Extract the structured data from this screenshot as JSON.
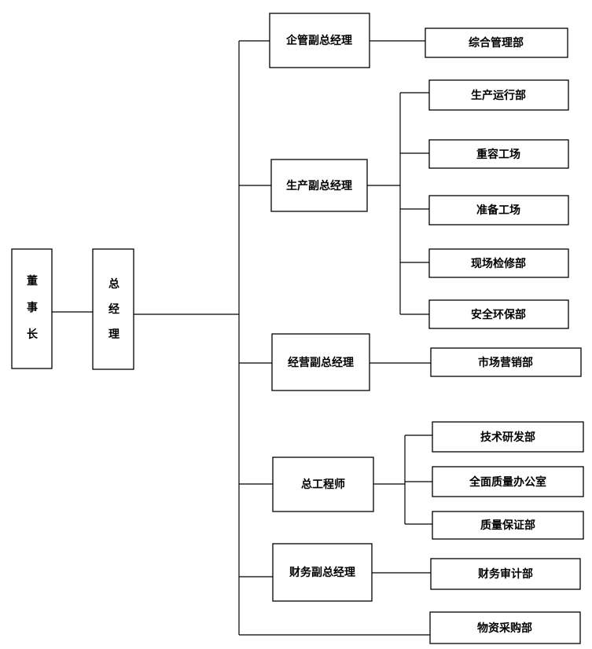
{
  "chairman": "董事长",
  "general_manager": "总经理",
  "managers": [
    {
      "title": "企管副总经理",
      "departments": [
        "综合管理部"
      ]
    },
    {
      "title": "生产副总经理",
      "departments": [
        "生产运行部",
        "重容工场",
        "准备工场",
        "现场检修部",
        "安全环保部"
      ]
    },
    {
      "title": "经营副总经理",
      "departments": [
        "市场营销部"
      ]
    },
    {
      "title": "总工程师",
      "departments": [
        "技术研发部",
        "全面质量办公室",
        "质量保证部"
      ]
    },
    {
      "title": "财务副总经理",
      "departments": [
        "财务审计部"
      ]
    }
  ],
  "direct_department": "物资采购部"
}
